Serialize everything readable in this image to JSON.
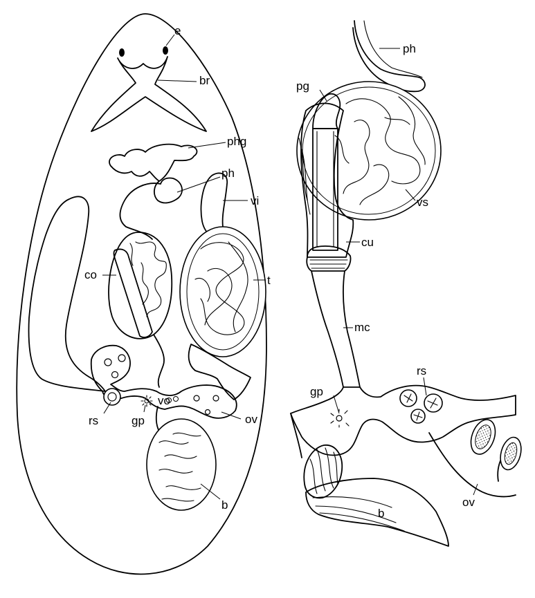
{
  "labels": {
    "left": {
      "e": "e",
      "br": "br",
      "phg": "phg",
      "ph": "ph",
      "vi": "vi",
      "co": "co",
      "t": "t",
      "rs": "rs",
      "gp": "gp",
      "vo": "vo",
      "ov": "ov",
      "b": "b"
    },
    "right": {
      "ph": "ph",
      "pg": "pg",
      "vs": "vs",
      "cu": "cu",
      "mc": "mc",
      "rs": "rs",
      "gp": "gp",
      "b": "b",
      "ov": "ov"
    }
  }
}
